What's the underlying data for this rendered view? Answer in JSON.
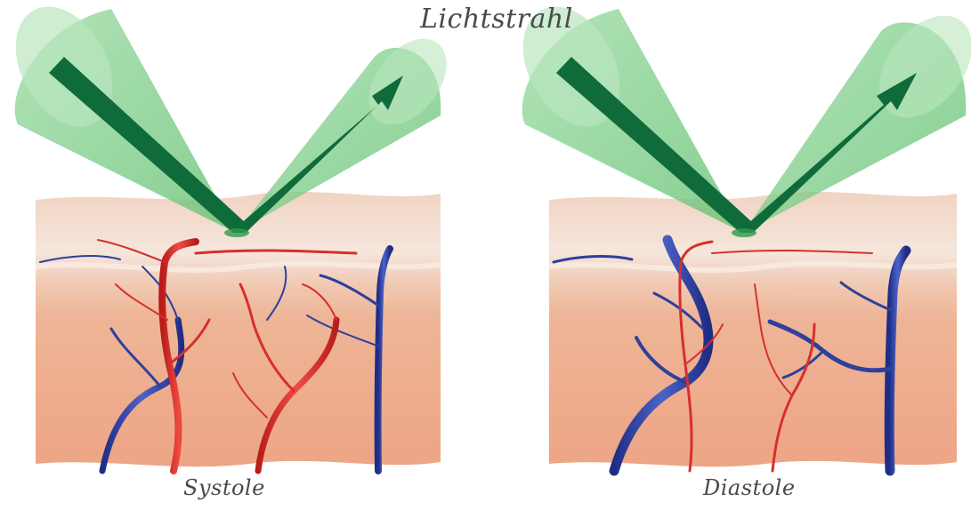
{
  "title": "Lichtstrahl",
  "panels": [
    {
      "id": "systole",
      "label": "Systole"
    },
    {
      "id": "diastole",
      "label": "Diastole"
    }
  ],
  "colors": {
    "background": "#ffffff",
    "light_cone": "#7fcf8a",
    "arrow": "#0f6b3a",
    "skin_top": "#f1d8c9",
    "skin_middle": "#f4e4da",
    "skin_dermis": "#eeb597",
    "skin_deep": "#eea98a",
    "artery": "#d6302b",
    "vein": "#2e3f9c"
  },
  "icons": [
    "light-cone-icon",
    "arrow-icon",
    "skin-layers-icon",
    "blood-vessel-icon"
  ]
}
